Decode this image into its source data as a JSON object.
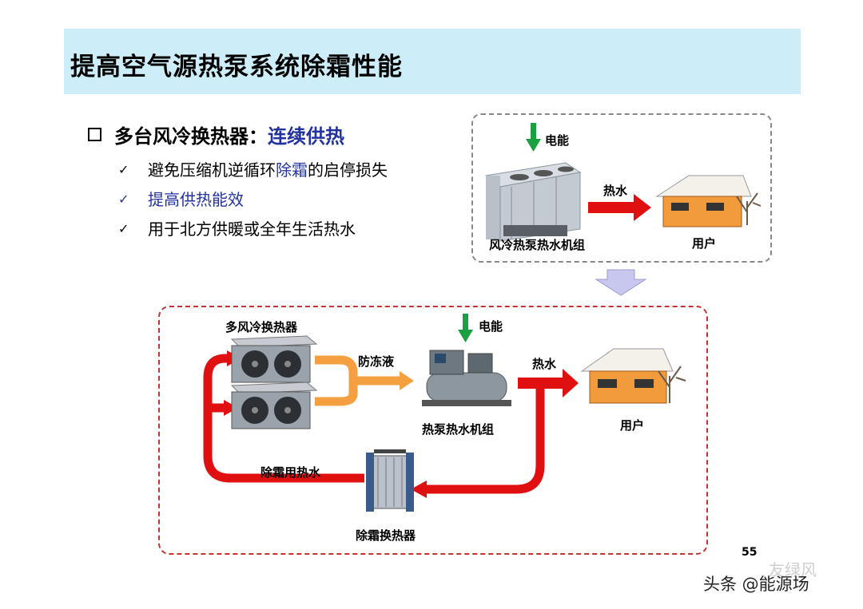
{
  "title": "提高空气源热泵系统除霜性能",
  "main_bullet": {
    "label": "多台风冷换热器：",
    "highlight": "连续供热"
  },
  "sub_items": [
    {
      "pre": "避免压缩机逆循环",
      "hl": "除霜",
      "post": "的启停损失"
    },
    {
      "text": "提高供热能效"
    },
    {
      "text": "用于北方供暖或全年生活热水"
    }
  ],
  "check_mark": "✓",
  "top_diagram": {
    "power": "电能",
    "hot_water": "热水",
    "unit": "风冷热泵热水机组",
    "user": "用户"
  },
  "bottom_diagram": {
    "heat_exchangers": "多风冷换热器",
    "power": "电能",
    "antifreeze": "防冻液",
    "hot_water": "热水",
    "unit": "热泵热水机组",
    "user": "用户",
    "defrost_water": "除霜用热水",
    "defrost_exchanger": "除霜换热器"
  },
  "page_number": "55",
  "watermark": {
    "source": "头条 @能源场",
    "faint": "友绿风"
  },
  "colors": {
    "title_bg": "#cdeef9",
    "blue": "#2233a0",
    "red": "#e01010",
    "orange": "#f5a040",
    "green": "#1aa040"
  }
}
